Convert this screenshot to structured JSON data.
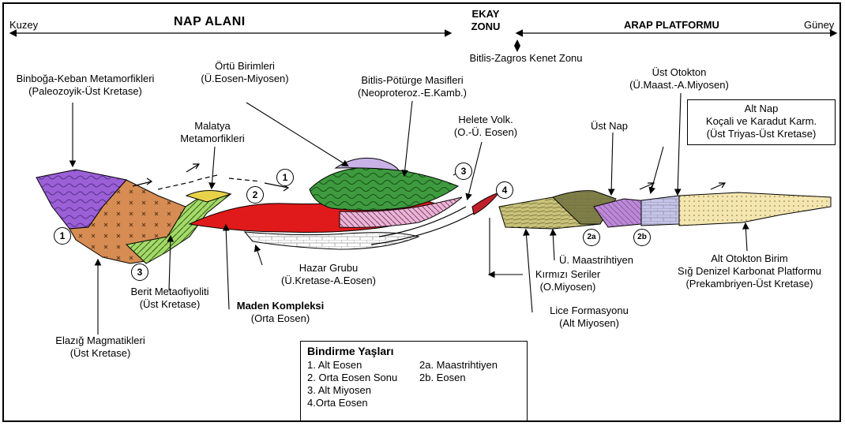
{
  "header": {
    "north": "Kuzey",
    "south": "Güney",
    "nap_alani": "NAP ALANI",
    "ekay_line1": "EKAY",
    "ekay_line2": "ZONU",
    "arap": "ARAP PLATFORMU",
    "suture": "Bitlis-Zagros Kenet Zonu"
  },
  "labels": {
    "binboga": [
      "Binboğa-Keban Metamorfikleri",
      "(Paleozoyik-Üst Kretase)"
    ],
    "ortu": [
      "Örtü Birimleri",
      "(Ü.Eosen-Miyosen)"
    ],
    "bitlis": [
      "Bitlis-Pötürge Masifleri",
      "(Neoproteroz.-E.Kamb.)"
    ],
    "malatya": [
      "Malatya",
      "Metamorfikleri"
    ],
    "helete": [
      "Helete Volk.",
      "(O.-Ü. Eosen)"
    ],
    "ust_otokton": [
      "Üst Otokton",
      "(Ü.Maast.-A.Miyosen)"
    ],
    "alt_nap": [
      "Alt Nap",
      "Koçali ve Karadut Karm.",
      "(Üst Triyas-Üst Kretase)"
    ],
    "ust_nap": "Üst Nap",
    "hazar": [
      "Hazar Grubu",
      "(Ü.Kretase-A.Eosen)"
    ],
    "berit": [
      "Berit Metaofiyoliti",
      "(Üst Kretase)"
    ],
    "maden": [
      "Maden Kompleksi",
      "(Orta Eosen)"
    ],
    "elazig": [
      "Elazığ Magmatikleri",
      "(Üst Kretase)"
    ],
    "u_maast": "Ü. Maastrihtiyen",
    "kirmizi": [
      "Kırmızı Seriler",
      "(O.Miyosen)"
    ],
    "lice": [
      "Lice Formasyonu",
      "(Alt Miyosen)"
    ],
    "alt_otokton": [
      "Alt Otokton Birim",
      "Sığ Denizel Karbonat Platformu",
      "(Prekambriyen-Üst Kretase)"
    ]
  },
  "markers": [
    "1",
    "2",
    "3",
    "4",
    "2a",
    "2b"
  ],
  "legend": {
    "title": "Bindirme Yaşları",
    "left": [
      "1. Alt Eosen",
      "2. Orta Eosen Sonu",
      "3. Alt Miyosen",
      "4.Orta Eosen"
    ],
    "right": [
      "2a. Maastrihtiyen",
      "2b. Eosen",
      "",
      ""
    ]
  },
  "colors": {
    "binboga": "#9b5fd6",
    "elazig": "#d68c52",
    "berit": "#a5d96a",
    "malatya": "#e8d24a",
    "maden": "#e01a1a",
    "bitlis_green": "#3e9a3e",
    "bitlis_pink": "#e8b6d6",
    "ortu": "#c9b3e6",
    "helete": "#c0202a",
    "lice": "#c9c27a",
    "kirmizi_olive": "#7f7f45",
    "ust_nap": "#b98ad9",
    "ust_otokton": "#c6c4ea",
    "alt_otokton": "#f4e6b0"
  }
}
